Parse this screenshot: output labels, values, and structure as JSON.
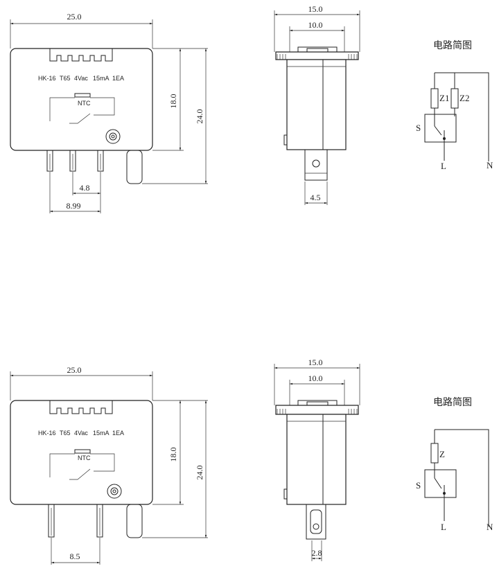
{
  "top": {
    "front": {
      "width_dim": "25.0",
      "height_dim_inner": "18.0",
      "height_dim_outer": "24.0",
      "pin_pitch_dim": "4.8",
      "pin_span_dim": "8.99",
      "label_text": [
        "HK-16",
        "T65",
        "4Vac",
        "15mA",
        "1EA"
      ],
      "ntc_label": "NTC"
    },
    "side": {
      "width_outer_dim": "15.0",
      "width_inner_dim": "10.0",
      "tab_dim": "4.5"
    },
    "circuit": {
      "title": "电路简图",
      "z1_label": "Z1",
      "z2_label": "Z2",
      "s_label": "S",
      "l_label": "L",
      "n_label": "N"
    }
  },
  "bottom": {
    "front": {
      "width_dim": "25.0",
      "height_dim_inner": "18.0",
      "height_dim_outer": "24.0",
      "pin_span_dim": "8.5",
      "label_text": [
        "HK-16",
        "T65",
        "4Vac",
        "15mA",
        "1EA"
      ],
      "ntc_label": "NTC"
    },
    "side": {
      "width_outer_dim": "15.0",
      "width_inner_dim": "10.0",
      "tab_dim": "2.8"
    },
    "circuit": {
      "title": "电路简图",
      "z_label": "Z",
      "s_label": "S",
      "l_label": "L",
      "n_label": "N"
    }
  }
}
